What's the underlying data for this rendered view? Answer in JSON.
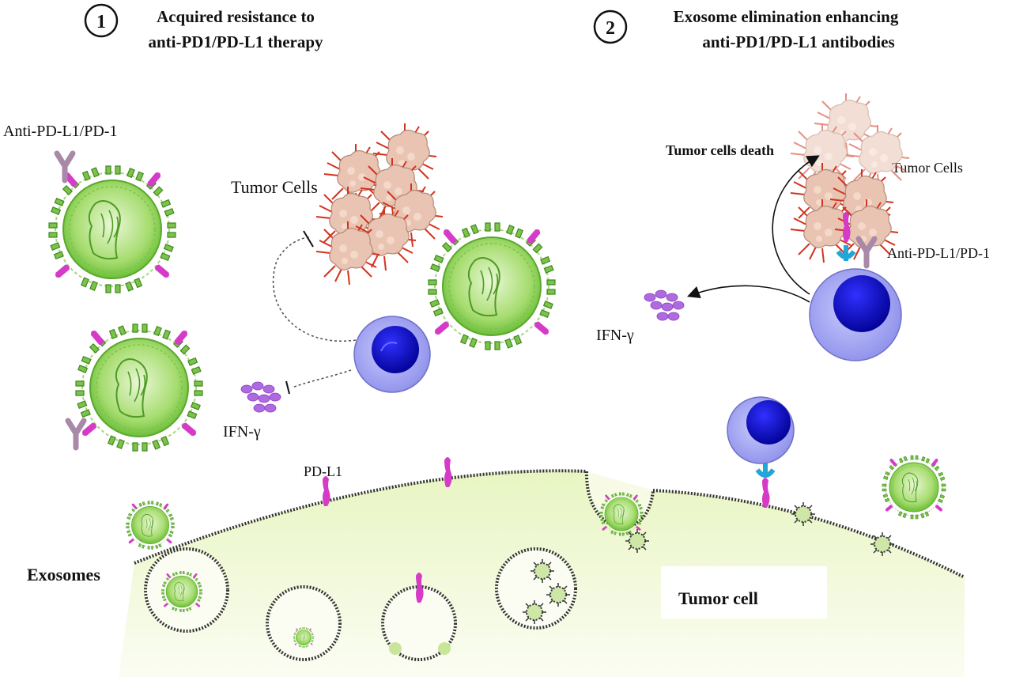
{
  "panel1": {
    "number": "1",
    "title_line1": "Acquired resistance to",
    "title_line2": "anti-PD1/PD-L1 therapy",
    "labels": {
      "antibody": "Anti-PD-L1/PD-1",
      "tumor_cells": "Tumor Cells",
      "ifn": "IFN-γ"
    }
  },
  "panel2": {
    "number": "2",
    "title_line1": "Exosome elimination enhancing",
    "title_line2": "anti-PD1/PD-L1 antibodies",
    "labels": {
      "death": "Tumor cells death",
      "tumor_cells": "Tumor Cells",
      "antibody": "Anti-PD-L1/PD-1",
      "ifn": "IFN-γ"
    }
  },
  "bottom": {
    "pdl1": "PD-L1",
    "exosomes": "Exosomes",
    "tumor_cell": "Tumor cell"
  },
  "colors": {
    "exosome_green": "#8fd15a",
    "pdl1_magenta": "#d63bc8",
    "tcell_lilac": "#9d9ef0",
    "tcell_nucleus": "#0a0ad2",
    "tumor_red": "#d4321e",
    "receptor_blue": "#22a6d8",
    "membrane_fill": "#eef7cf"
  }
}
